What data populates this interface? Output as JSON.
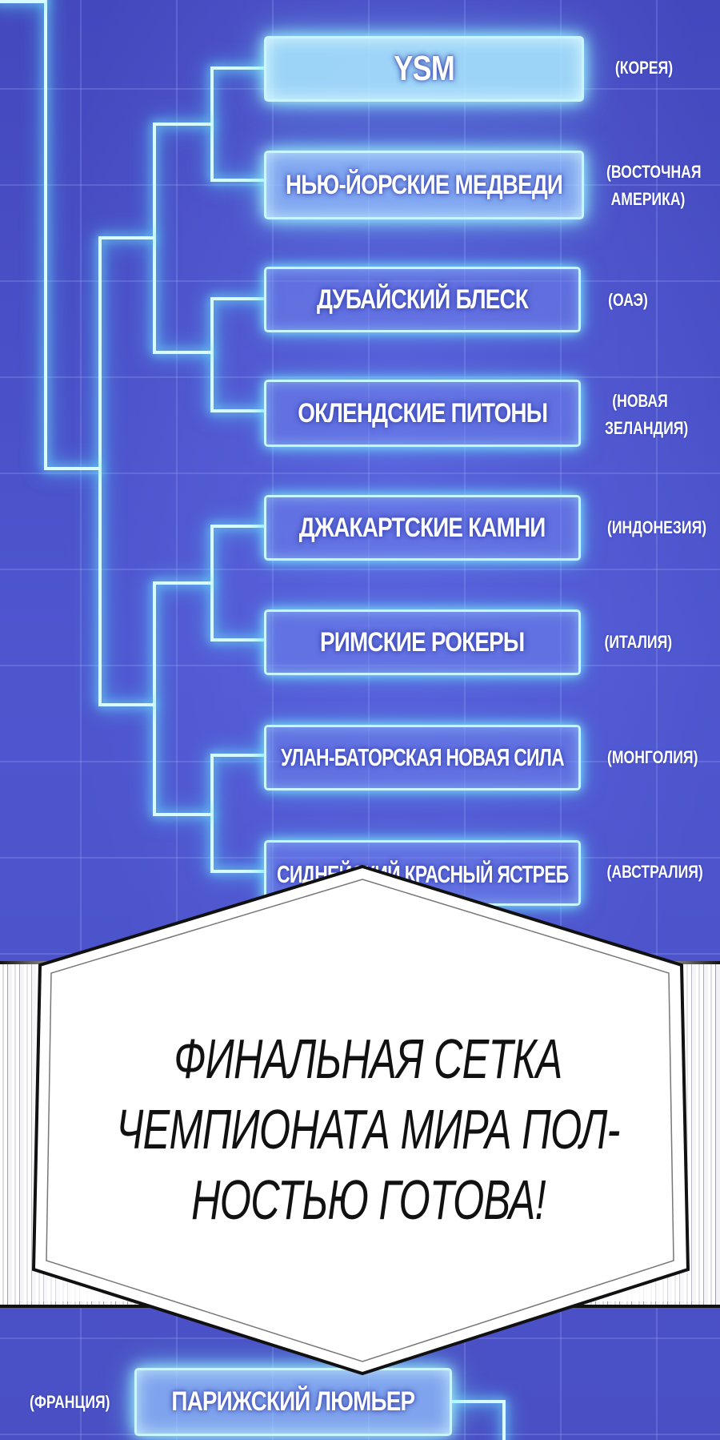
{
  "bracket": {
    "teams": [
      {
        "name": "YSM",
        "region": [
          "(КОРЕЯ)"
        ]
      },
      {
        "name": "НЬЮ-ЙОРСКИЕ МЕДВЕДИ",
        "region": [
          "(ВОСТОЧНАЯ",
          "АМЕРИКА)"
        ]
      },
      {
        "name": "ДУБАЙСКИЙ БЛЕСК",
        "region": [
          "(ОАЭ)"
        ]
      },
      {
        "name": "ОКЛЕНДСКИЕ ПИТОНЫ",
        "region": [
          "(НОВАЯ",
          "ЗЕЛАНДИЯ)"
        ]
      },
      {
        "name": "ДЖАКАРТСКИЕ КАМНИ",
        "region": [
          "(ИНДОНЕЗИЯ)"
        ]
      },
      {
        "name": "РИМСКИЕ РОКЕРЫ",
        "region": [
          "(ИТАЛИЯ)"
        ]
      },
      {
        "name": "УЛАН-БАТОРСКАЯ НОВАЯ СИЛА",
        "region": [
          "(МОНГОЛИЯ)"
        ]
      },
      {
        "name": "СИДНЕЙСКИЙ КРАСНЫЙ ЯСТРЕБ",
        "region": [
          "(АВСТРАЛИЯ)"
        ]
      },
      {
        "name": "ПАРИЖСКИЙ ЛЮМЬЕР",
        "region": [
          "(ФРАНЦИЯ)"
        ]
      }
    ]
  },
  "caption": {
    "lines": [
      "ФИНАЛЬНАЯ СЕТКА",
      "ЧЕМПИОНАТА МИРА ПОЛ-",
      "НОСТЬЮ ГОТОВА!"
    ]
  },
  "colors": {
    "background": "#4b4fc3",
    "glow": "#7fe9ff",
    "highlight_box": "#aaeeff",
    "caption_text": "#111111"
  }
}
